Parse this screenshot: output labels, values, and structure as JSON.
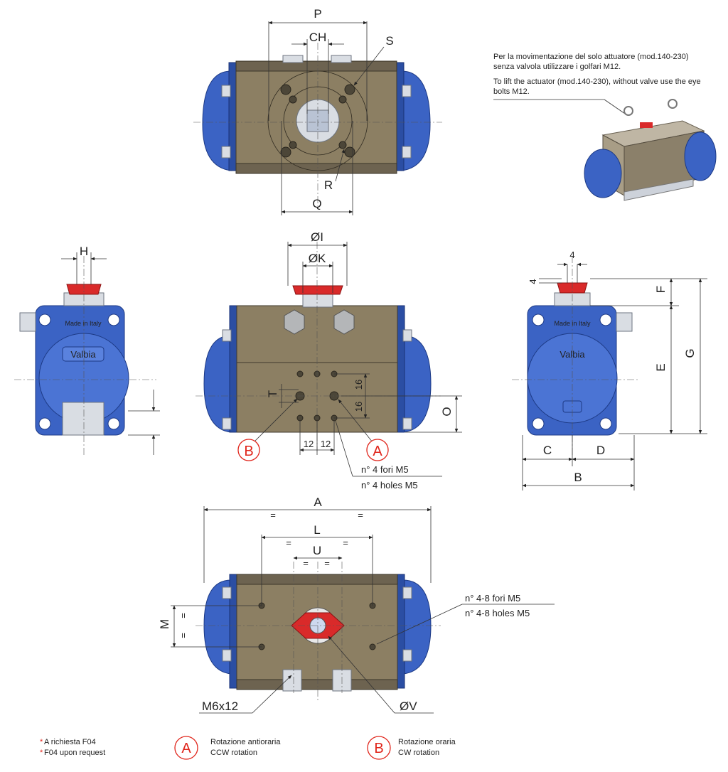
{
  "dimensions": {
    "P": "P",
    "CH": "CH",
    "S": "S",
    "R": "R",
    "Q": "Q",
    "H": "H",
    "I": "ØI",
    "K": "ØK",
    "T": "T",
    "d16a": "16",
    "d16b": "16",
    "O": "O",
    "d12a": "12",
    "d12b": "12",
    "four_top": "4",
    "four_side": "4",
    "F": "F",
    "E": "E",
    "G": "G",
    "C": "C",
    "D": "D",
    "B": "B",
    "A": "A",
    "L": "L",
    "U": "U",
    "M": "M",
    "eq": "=",
    "M6x12": "M6x12",
    "V": "ØV"
  },
  "labels": {
    "made_in_italy": "Made in Italy",
    "brand": "Valbia",
    "holes_m5_it": "n° 4 fori M5",
    "holes_m5_en": "n° 4 holes M5",
    "holes_48_it": "n° 4-8 fori M5",
    "holes_48_en": "n° 4-8 holes M5"
  },
  "note": {
    "it": [
      "Per la movimentazione del solo attuatore (mod.140-230)",
      "senza valvola utilizzare i golfari M12."
    ],
    "en": [
      "To lift the actuator (mod.140-230), without valve use the eye",
      "bolts M12."
    ]
  },
  "tags": {
    "a": "A",
    "b": "B"
  },
  "legend": {
    "f04_it": "A richiesta F04",
    "f04_en": "F04 upon request",
    "star": "*",
    "a_letter": "A",
    "a_it": "Rotazione antioraria",
    "a_en": "CCW rotation",
    "b_letter": "B",
    "b_it": "Rotazione oraria",
    "b_en": "CW rotation"
  },
  "colors": {
    "body": "#8c7f63",
    "end_caps": "#3b63c4",
    "indicator": "#d92a2a",
    "tag_red": "#e0251b"
  }
}
